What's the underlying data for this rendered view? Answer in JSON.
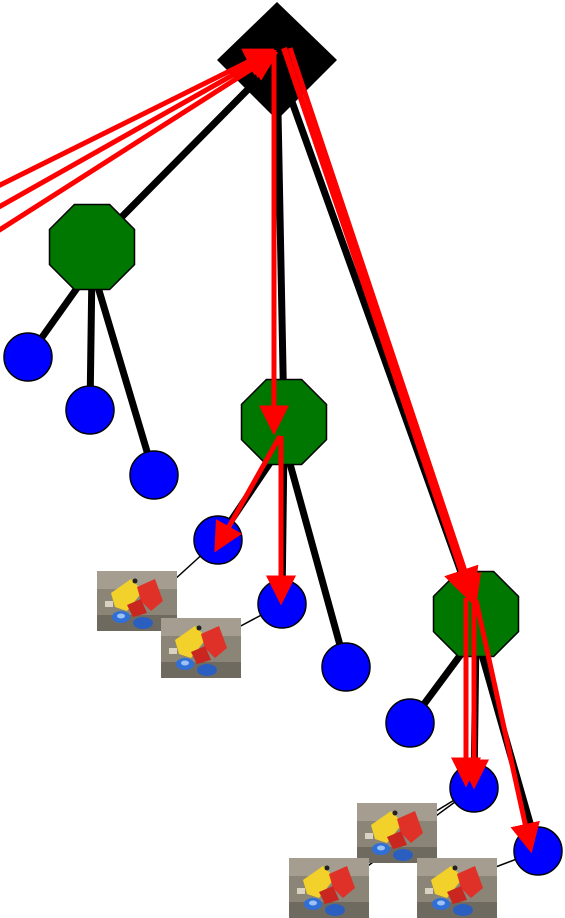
{
  "diagram": {
    "background": "#ffffff",
    "colors": {
      "root": "#000000",
      "internal_node": "#007700",
      "leaf": "#0000ff",
      "edge": "#000000",
      "arrow": "#ff0000",
      "thumb_connector": "#000000"
    },
    "node_shapes": {
      "root": "diamond",
      "internal_node": "octagon",
      "leaf": "circle"
    },
    "thumbnail_icon": "toy-car-photo-icon",
    "counts": {
      "internal_nodes": 3,
      "leaves": 9,
      "thumbnails": 5
    }
  }
}
